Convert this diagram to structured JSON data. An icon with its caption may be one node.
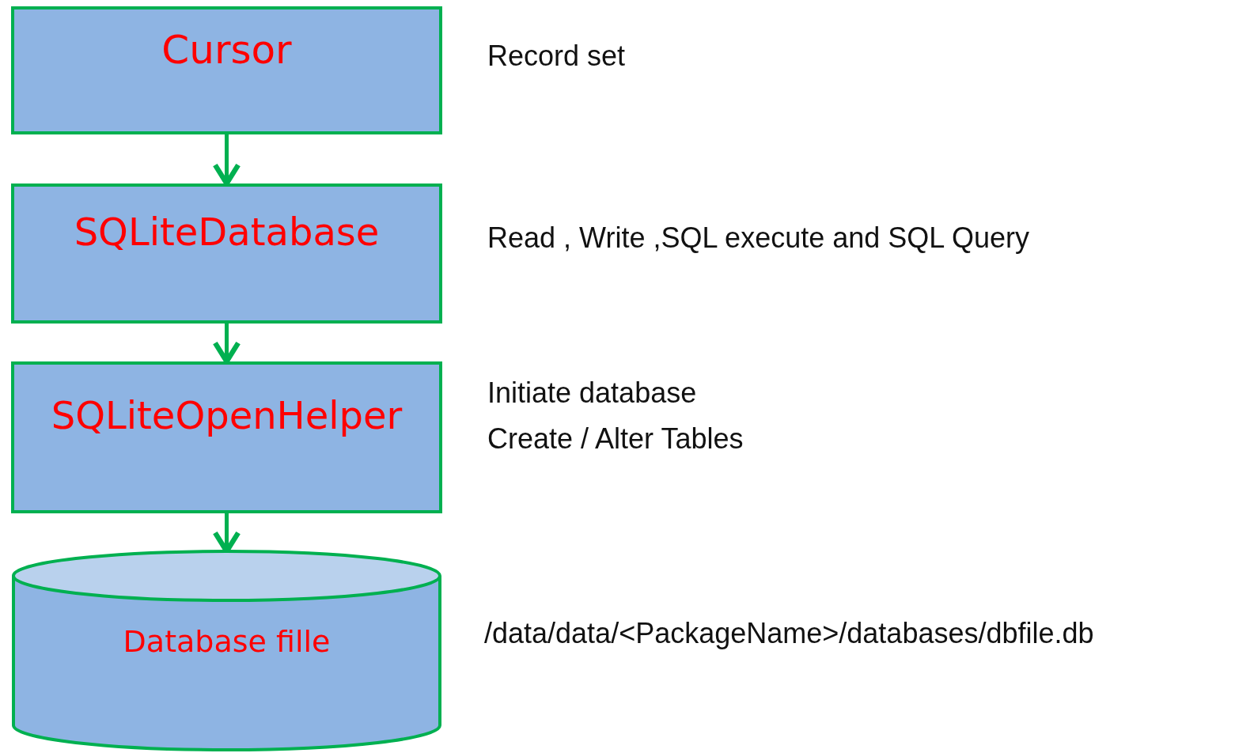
{
  "diagram": {
    "nodes": [
      {
        "text": [
          "Cursor"
        ],
        "beside": [
          "Record set"
        ]
      },
      {
        "text": [
          "SQLiteDatabase"
        ],
        "beside": [
          "Read , Write ,SQL execute and SQL Query"
        ]
      },
      {
        "text": [
          "SQLiteOpenHelper"
        ],
        "beside": [
          "Initiate database",
          "Create / Alter Tables"
        ]
      },
      {
        "text": [
          "Database fille"
        ],
        "beside": [
          "/data/data/<PackageName>/databases/dbfile.db"
        ]
      }
    ],
    "edges": [
      {
        "from": 0,
        "to": 1,
        "arrow": "to"
      },
      {
        "from": 1,
        "to": 2,
        "arrow": "to"
      },
      {
        "from": 2,
        "to": 3,
        "arrow": "to"
      }
    ]
  }
}
